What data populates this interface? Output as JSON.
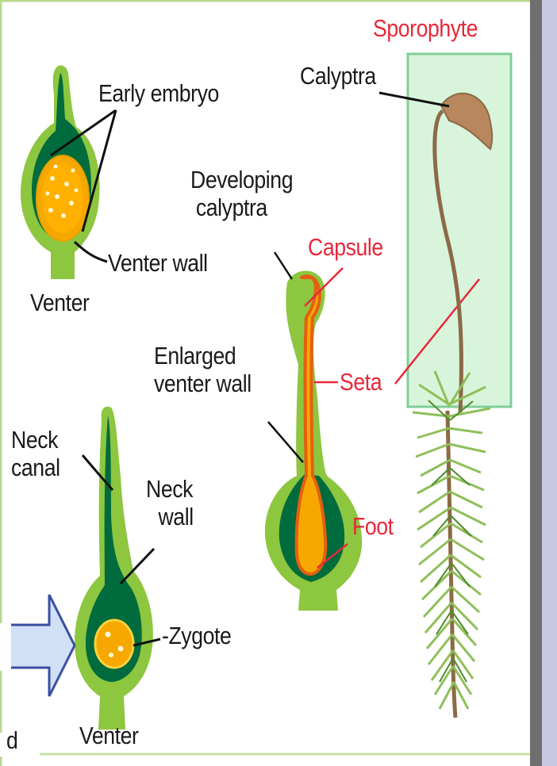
{
  "labels": {
    "sporophyte": "Sporophyte",
    "calyptra": "Calyptra",
    "early_embryo": "Early embryo",
    "developing_calyptra_1": "Developing",
    "developing_calyptra_2": "calyptra",
    "capsule": "Capsule",
    "venter_wall": "Venter wall",
    "venter_top": "Venter",
    "enlarged_venter_wall_1": "Enlarged",
    "enlarged_venter_wall_2": "venter wall",
    "seta": "Seta",
    "neck_canal_1": "Neck",
    "neck_canal_2": "canal",
    "neck_wall_1": "Neck",
    "neck_wall_2": "wall",
    "foot": "Foot",
    "zygote": "Zygote",
    "venter_bottom": "Venter",
    "cut_label": "d"
  },
  "colors": {
    "tissue_light": "#8dc63f",
    "tissue_dark": "#006b3c",
    "embryo_orange": "#f7a800",
    "label_red": "#e8283a",
    "highlight_box": "#d8f5dc",
    "arrow_fill": "#cfe0f7"
  }
}
